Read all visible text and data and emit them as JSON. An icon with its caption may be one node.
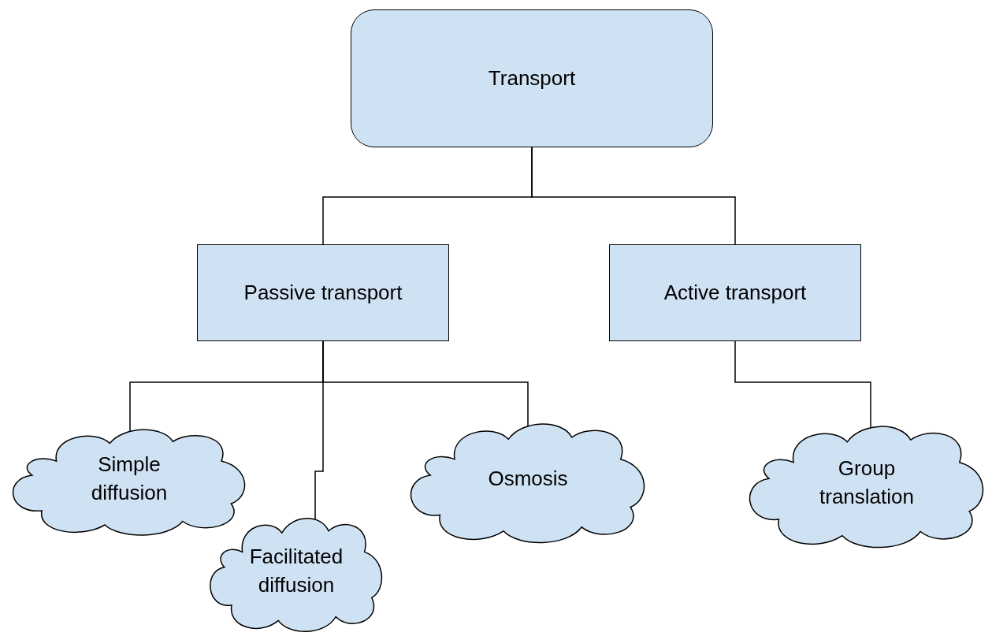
{
  "diagram": {
    "nodes": [
      {
        "text": [
          "Transport"
        ]
      },
      {
        "text": [
          "Passive transport"
        ]
      },
      {
        "text": [
          "Active transport"
        ]
      },
      {
        "text": [
          "Simple diffusion"
        ]
      },
      {
        "text": [
          "Facilitated diffusion"
        ]
      },
      {
        "text": [
          "Osmosis"
        ]
      },
      {
        "text": [
          "Group translation"
        ]
      }
    ],
    "edges": [
      {
        "from": 0,
        "to": 1,
        "arrow": "none"
      },
      {
        "from": 0,
        "to": 2,
        "arrow": "none"
      },
      {
        "from": 1,
        "to": 3,
        "arrow": "none"
      },
      {
        "from": 1,
        "to": 4,
        "arrow": "none"
      },
      {
        "from": 1,
        "to": 5,
        "arrow": "none"
      },
      {
        "from": 2,
        "to": 6,
        "arrow": "none"
      }
    ]
  }
}
